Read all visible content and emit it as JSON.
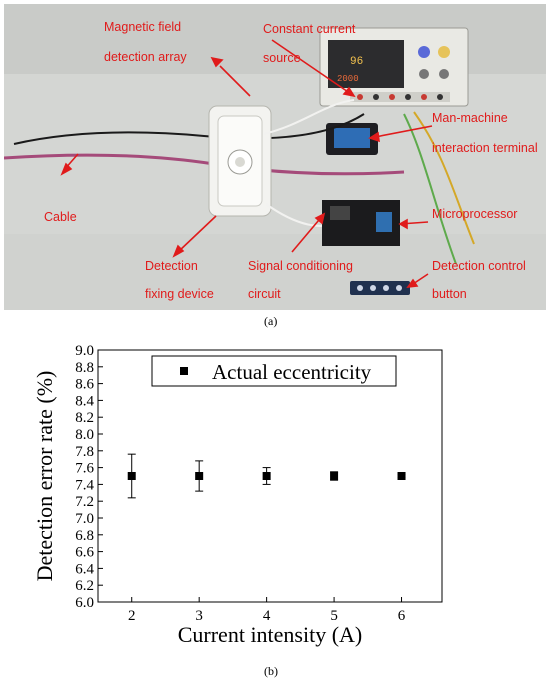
{
  "panel_a": {
    "caption": "(a)",
    "labels": {
      "magnetic_field_1": "Magnetic field",
      "magnetic_field_2": "detection array",
      "constant_current_1": "Constant current",
      "constant_current_2": "source",
      "man_machine_1": "Man-machine",
      "man_machine_2": "interaction terminal",
      "cable": "Cable",
      "microprocessor": "Microprocessor",
      "detection_fixing_1": "Detection",
      "detection_fixing_2": "fixing device",
      "signal_conditioning_1": "Signal conditioning",
      "signal_conditioning_2": "circuit",
      "detection_control_1": "Detection control",
      "detection_control_2": "button"
    },
    "readout_1": "96",
    "readout_2": "2000",
    "colors": {
      "label": "#e01b1b",
      "background": "#d7d9d6"
    }
  },
  "panel_b": {
    "caption": "(b)"
  },
  "chart_data": {
    "type": "scatter",
    "title": "",
    "xlabel": "Current intensity (A)",
    "ylabel": "Detection error rate (%)",
    "xlim": [
      1.5,
      6.6
    ],
    "ylim": [
      6.0,
      9.0
    ],
    "xticks": [
      "2",
      "3",
      "4",
      "5",
      "6"
    ],
    "yticks": [
      "6.0",
      "6.2",
      "6.4",
      "6.6",
      "6.8",
      "7.0",
      "7.2",
      "7.4",
      "7.6",
      "7.8",
      "8.0",
      "8.2",
      "8.4",
      "8.6",
      "8.8",
      "9.0"
    ],
    "legend": "top-center",
    "grid": false,
    "series": [
      {
        "name": "Actual eccentricity",
        "marker": "square",
        "color": "#000000",
        "x": [
          2,
          3,
          4,
          5,
          6
        ],
        "y": [
          7.5,
          7.5,
          7.5,
          7.5,
          7.5
        ],
        "error": [
          0.26,
          0.18,
          0.1,
          0.05,
          0.02
        ]
      }
    ]
  }
}
